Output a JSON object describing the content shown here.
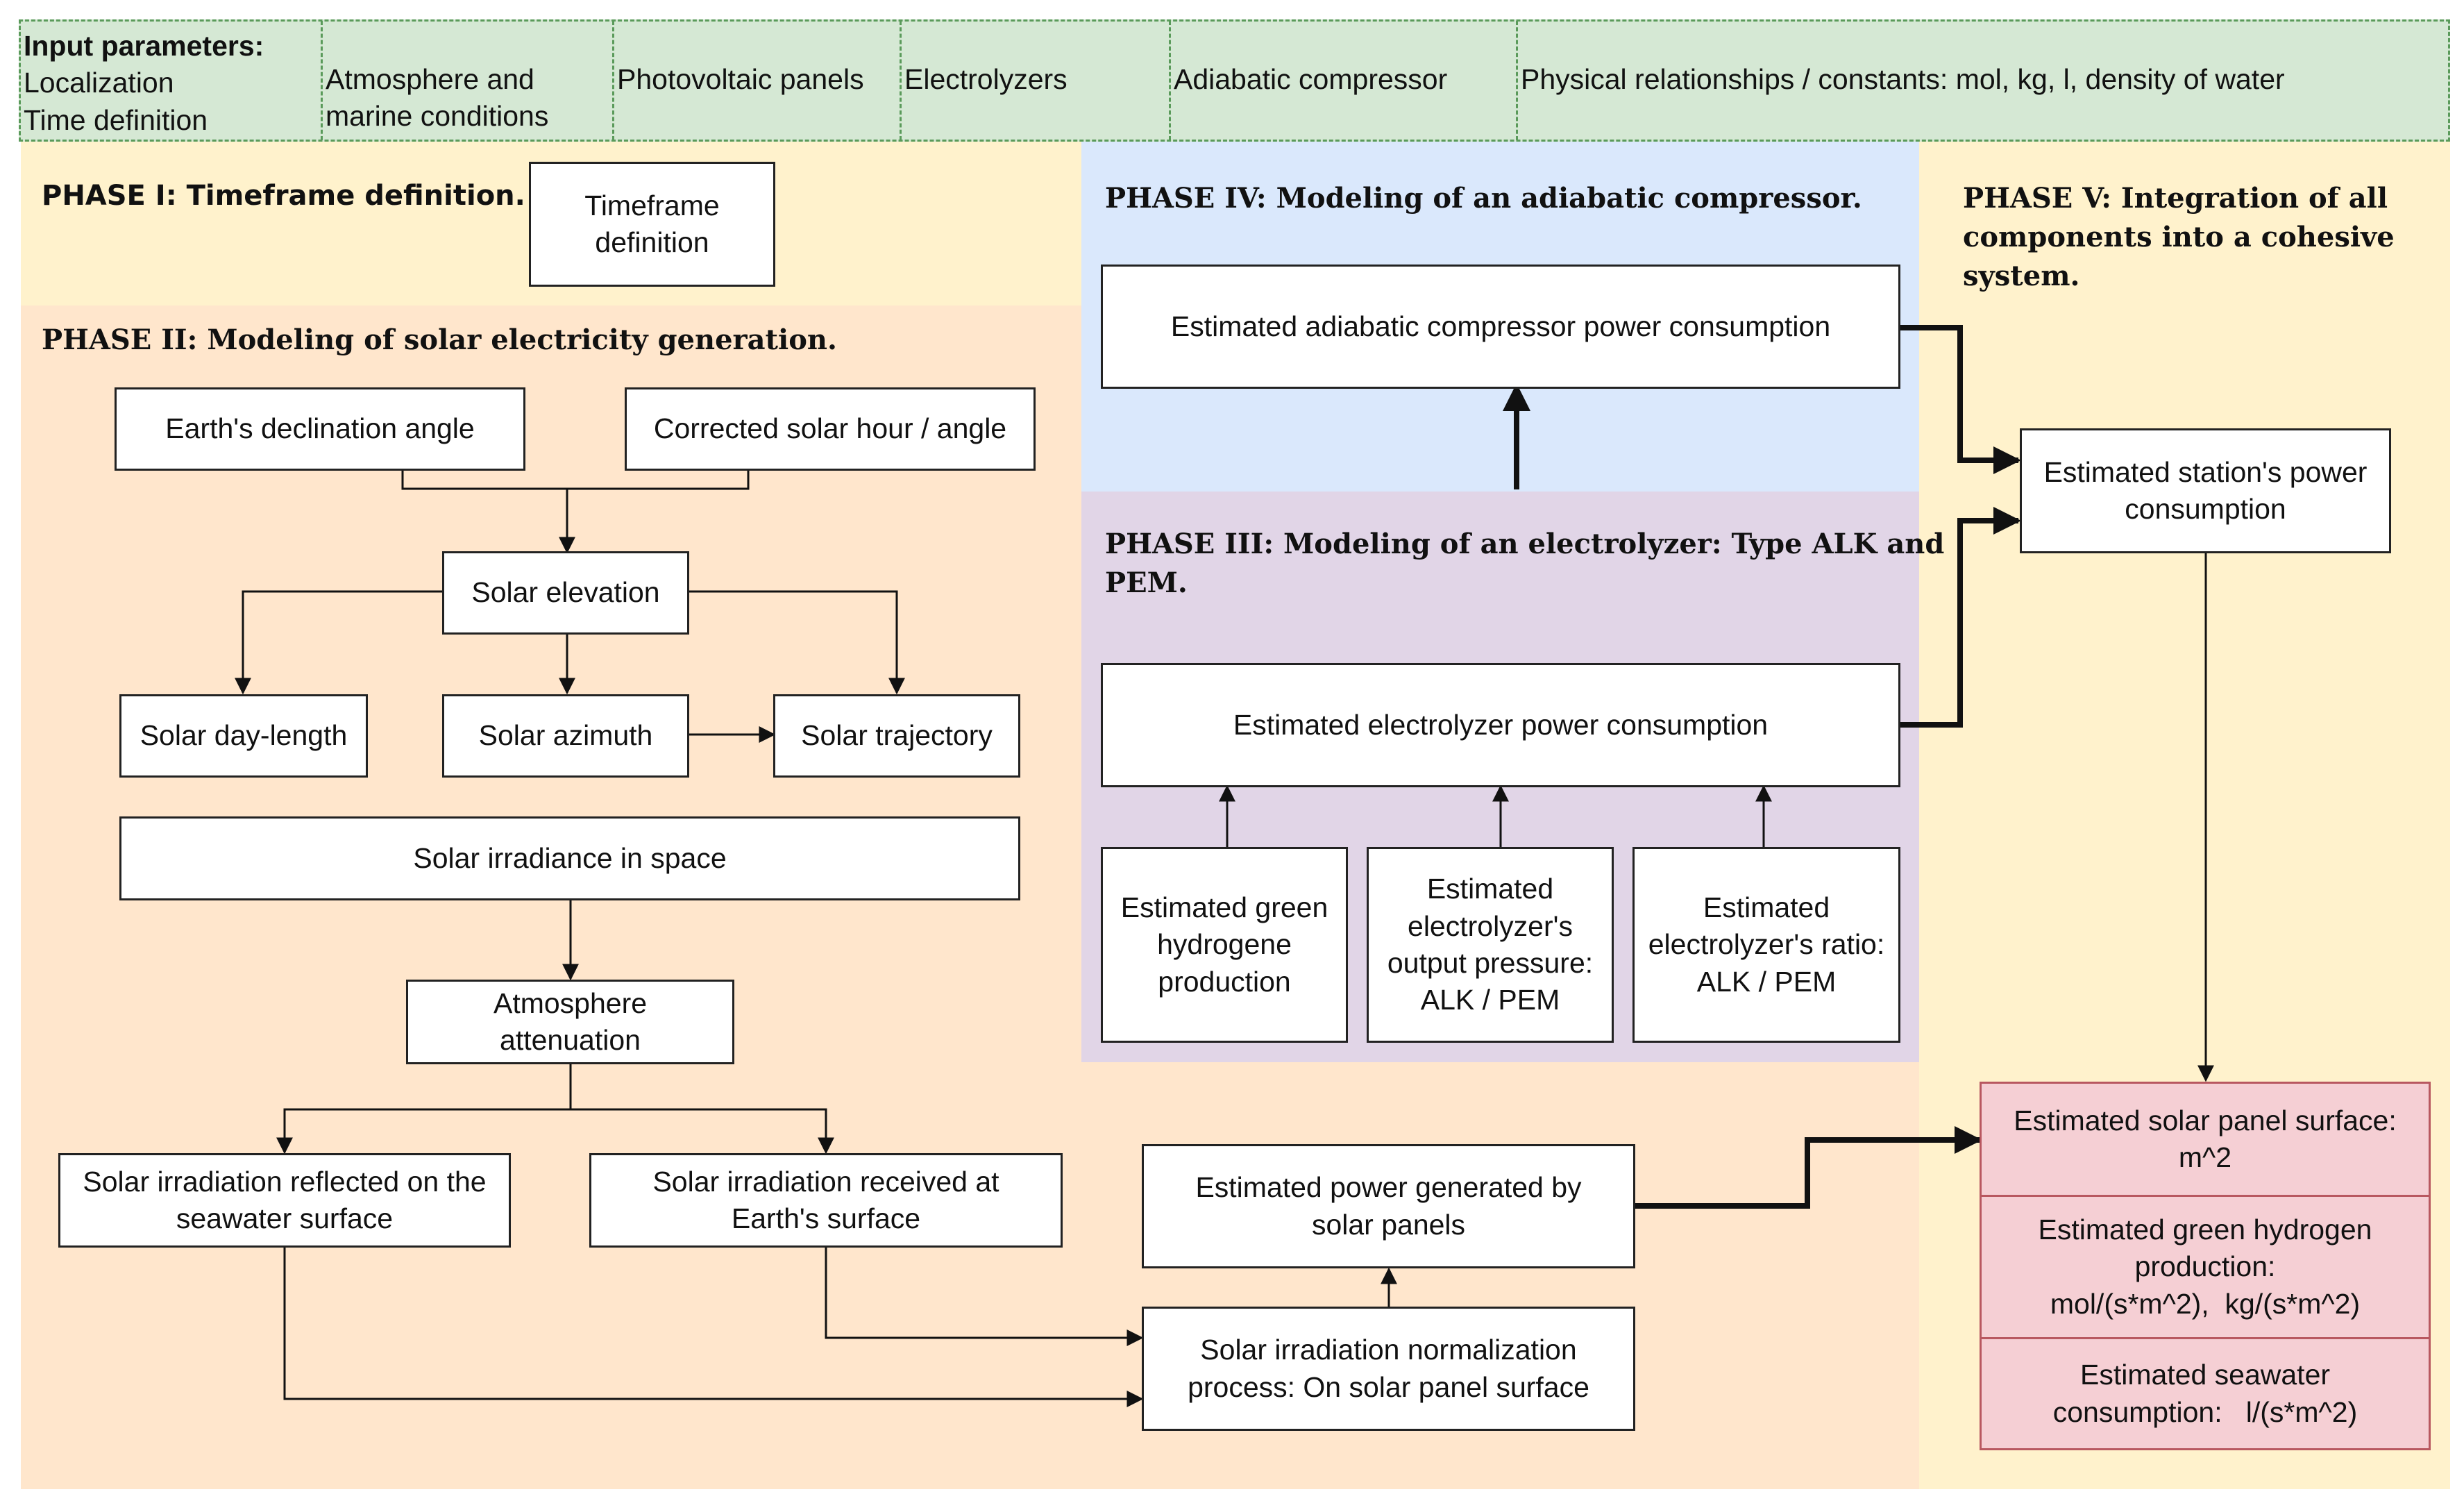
{
  "inputs": {
    "heading": "Input parameters:",
    "localization": "Localization",
    "time_definition": "Time definition",
    "atmosphere_l1": "Atmosphere and",
    "atmosphere_l2": "marine conditions",
    "photovoltaic": "Photovoltaic panels",
    "electrolyzers": "Electrolyzers",
    "compressor": "Adiabatic compressor",
    "physical": "Physical relationships / constants: mol, kg, l, density of water"
  },
  "phases": {
    "p1": "PHASE I: Timeframe definition.",
    "p2": "PHASE II: Modeling of solar electricity generation.",
    "p3_l1": "PHASE III: Modeling of an electrolyzer: Type ALK and",
    "p3_l2": "PEM.",
    "p4": "PHASE IV: Modeling of an adiabatic compressor.",
    "p5_l1": "PHASE V: Integration of all",
    "p5_l2": "components into a cohesive",
    "p5_l3": "system."
  },
  "boxes": {
    "timeframe_l1": "Timeframe",
    "timeframe_l2": "definition",
    "declination": "Earth's declination angle",
    "corrected_hour": "Corrected solar hour / angle",
    "elevation": "Solar elevation",
    "day_length": "Solar day-length",
    "azimuth": "Solar azimuth",
    "trajectory": "Solar trajectory",
    "irradiance_space": "Solar irradiance in space",
    "atm_l1": "Atmosphere",
    "atm_l2": "attenuation",
    "reflected_l1": "Solar irradiation reflected on the",
    "reflected_l2": "seawater surface",
    "received_l1": "Solar irradiation received at",
    "received_l2": "Earth's surface",
    "power_gen_l1": "Estimated power generated by",
    "power_gen_l2": "solar panels",
    "normalization_l1": "Solar irradiation normalization",
    "normalization_l2": "process: On solar panel surface",
    "compressor_power": "Estimated adiabatic compressor power consumption",
    "electrolyzer_power": "Estimated electrolyzer power consumption",
    "green_h_l1": "Estimated green",
    "green_h_l2": "hydrogene",
    "green_h_l3": "production",
    "pressure_l1": "Estimated",
    "pressure_l2": "electrolyzer's",
    "pressure_l3": "output pressure:",
    "pressure_l4": "ALK / PEM",
    "ratio_l1": "Estimated",
    "ratio_l2": "electrolyzer's ratio:",
    "ratio_l3": "ALK / PEM",
    "station_l1": "Estimated station's power",
    "station_l2": "consumption"
  },
  "outputs": {
    "panel_l1": "Estimated solar panel surface:",
    "panel_l2": "m^2",
    "hydrogen_l1": "Estimated green hydrogen",
    "hydrogen_l2": "production:",
    "hydrogen_l3": "mol/(s*m^2),  kg/(s*m^2)",
    "seawater_l1": "Estimated seawater",
    "seawater_l2": "consumption:   l/(s*m^2)"
  },
  "colors": {
    "input_bg": "#d5e8d4",
    "phase1_bg": "#fff2cc",
    "phase2_bg": "#ffe6cc",
    "phase3_bg": "#e1d5e7",
    "phase4_bg": "#dae8fc",
    "phase5_bg": "#fff2cc",
    "output_bg": "#f8cecc"
  }
}
